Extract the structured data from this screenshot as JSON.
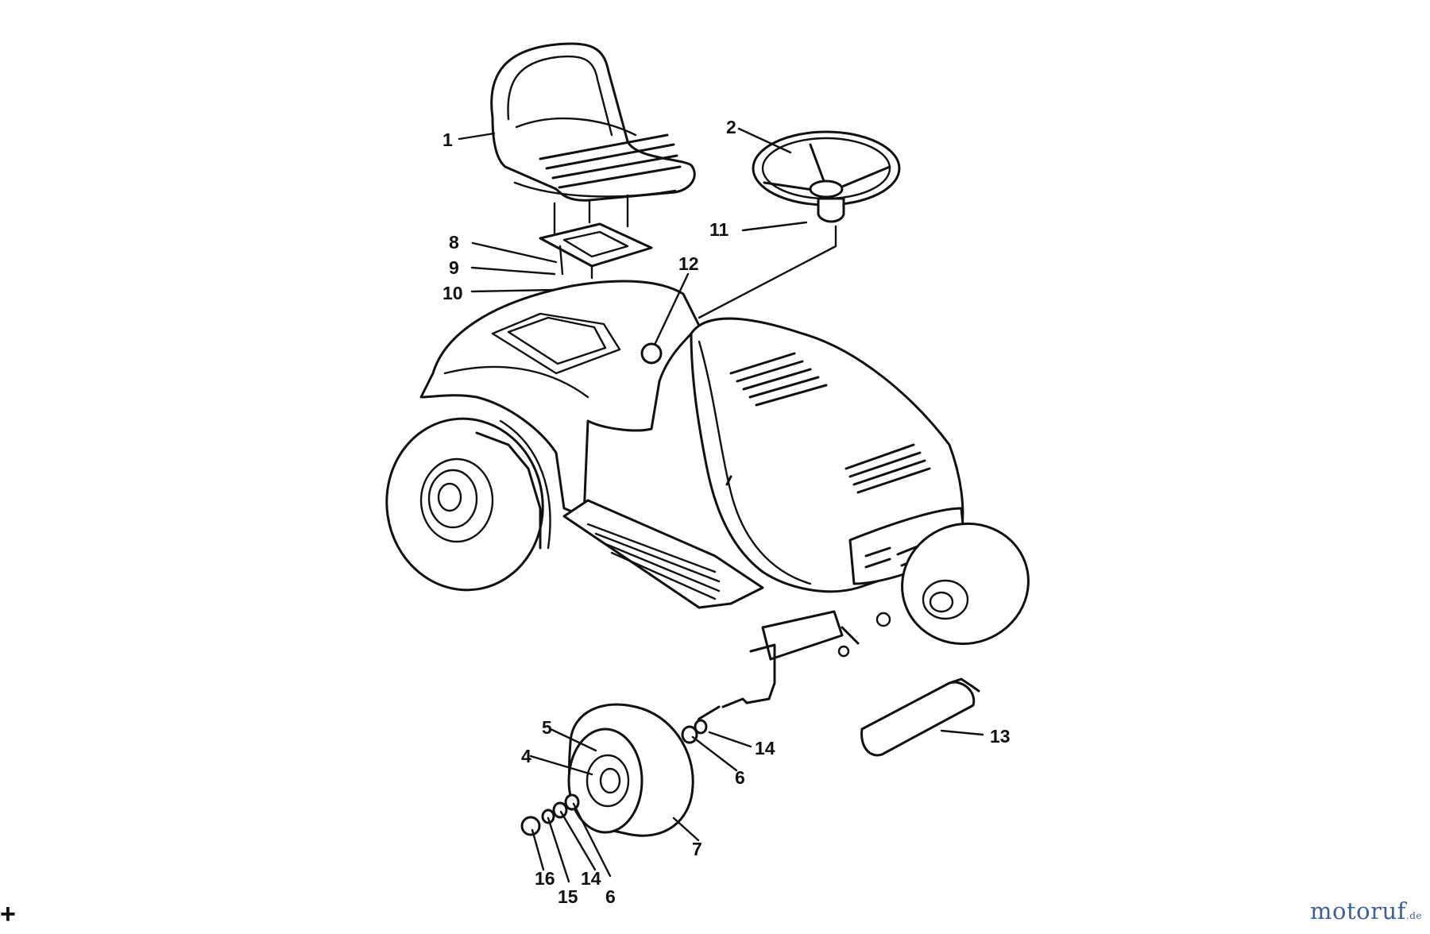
{
  "diagram": {
    "part_labels": [
      "1",
      "2",
      "4",
      "5",
      "6",
      "6",
      "6",
      "7",
      "8",
      "9",
      "10",
      "11",
      "12",
      "13",
      "14",
      "14",
      "15",
      "16"
    ]
  },
  "watermark": {
    "brand": "motoruf",
    "tld": ".de"
  },
  "corner_mark": "+",
  "colors": {
    "ink": "#111111",
    "watermark": "#3f5f96",
    "background": "#ffffff"
  }
}
